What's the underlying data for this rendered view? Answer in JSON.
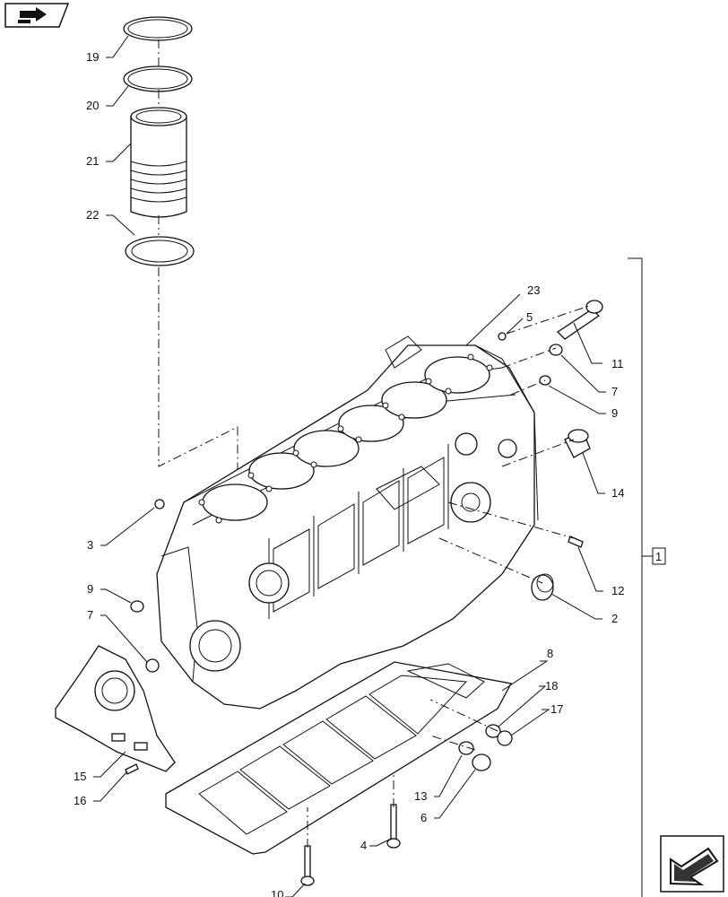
{
  "diagram": {
    "callouts": [
      {
        "id": "c19",
        "text": "19"
      },
      {
        "id": "c20",
        "text": "20"
      },
      {
        "id": "c21",
        "text": "21"
      },
      {
        "id": "c22",
        "text": "22"
      },
      {
        "id": "c23",
        "text": "23"
      },
      {
        "id": "c5",
        "text": "5"
      },
      {
        "id": "c11",
        "text": "11"
      },
      {
        "id": "c7a",
        "text": "7"
      },
      {
        "id": "c9a",
        "text": "9"
      },
      {
        "id": "c14",
        "text": "14"
      },
      {
        "id": "c3",
        "text": "3"
      },
      {
        "id": "c12",
        "text": "12"
      },
      {
        "id": "c9b",
        "text": "9"
      },
      {
        "id": "c2",
        "text": "2"
      },
      {
        "id": "c7b",
        "text": "7"
      },
      {
        "id": "c8",
        "text": "8"
      },
      {
        "id": "c18",
        "text": "18"
      },
      {
        "id": "c17",
        "text": "17"
      },
      {
        "id": "c15",
        "text": "15"
      },
      {
        "id": "c16",
        "text": "16"
      },
      {
        "id": "c13",
        "text": "13"
      },
      {
        "id": "c6",
        "text": "6"
      },
      {
        "id": "c4",
        "text": "4"
      },
      {
        "id": "c10",
        "text": "10"
      }
    ],
    "assembly_ref": "1"
  },
  "icons": {
    "top_left": "book-arrow-icon",
    "bottom_right": "previous-arrow-icon"
  }
}
